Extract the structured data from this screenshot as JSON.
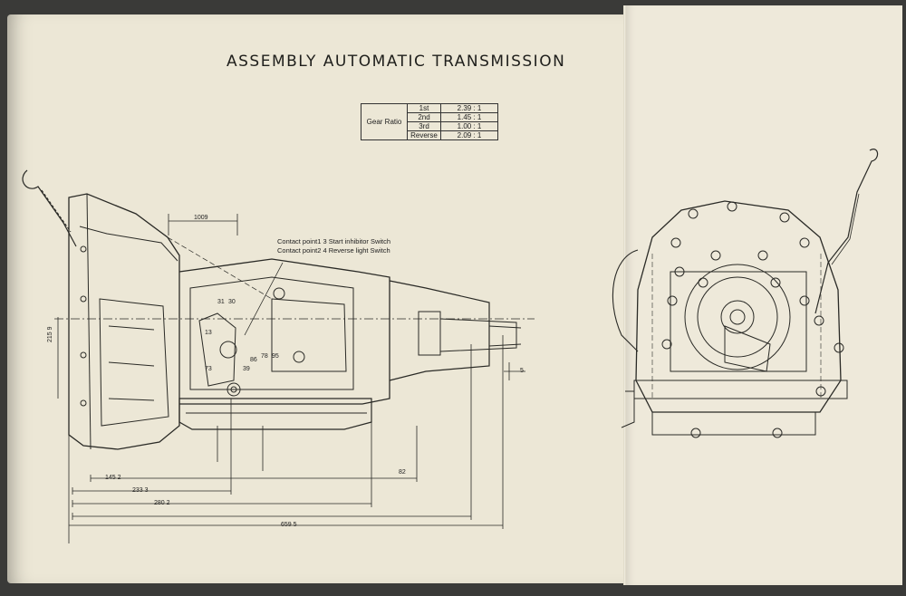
{
  "title": "ASSEMBLY AUTOMATIC TRANSMISSION",
  "gear_ratio": {
    "label": "Gear Ratio",
    "rows": [
      {
        "gear": "1st",
        "value": "2.39 : 1"
      },
      {
        "gear": "2nd",
        "value": "1.45 : 1"
      },
      {
        "gear": "3rd",
        "value": "1.00 : 1"
      },
      {
        "gear": "Reverse",
        "value": "2.09 : 1"
      }
    ]
  },
  "contact_points": {
    "line1": "Contact point1  3 Start inhibitor Switch",
    "line2": "Contact point2  4 Reverse light Switch"
  },
  "dimensions": {
    "top": "1009",
    "left_vertical": "215 9",
    "small_right": "5",
    "d82": "82",
    "d145": "145 2",
    "d233": "233 3",
    "d280": "280 2",
    "d659": "659 5",
    "switch_labels": [
      "31",
      "30",
      "13",
      "73",
      "39",
      "86",
      "78",
      "95"
    ]
  }
}
